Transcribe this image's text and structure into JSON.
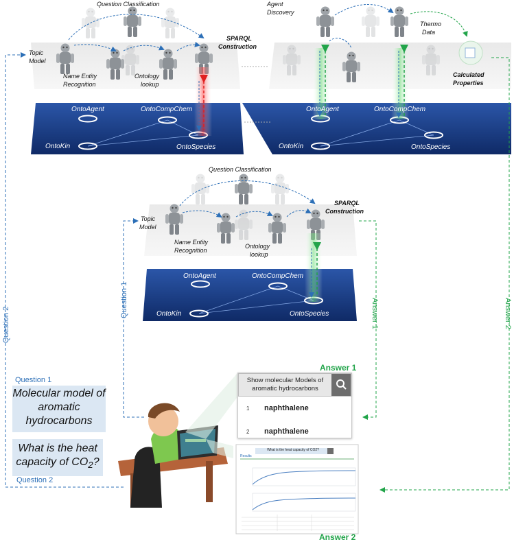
{
  "top_left_agents": {
    "question_classification": "Question Classification",
    "topic_model": "Topic\nModel",
    "ner": "Name Entity\nRecognition",
    "ontology_lookup": "Ontology\nlookup",
    "sparql": "SPARQL\nConstruction"
  },
  "top_left_ontologies": {
    "agent": "OntoAgent",
    "compchem": "OntoCompChem",
    "kin": "OntoKin",
    "species": "OntoSpecies"
  },
  "top_right_agents": {
    "agent_discovery": "Agent\nDiscovery",
    "thermo_data": "Thermo\nData",
    "calculated_properties": "Calculated\nProperties"
  },
  "top_right_ontologies": {
    "agent": "OntoAgent",
    "compchem": "OntoCompChem",
    "kin": "OntoKin",
    "species": "OntoSpecies"
  },
  "mid_agents": {
    "question_classification": "Question Classification",
    "topic_model": "Topic\nModel",
    "ner": "Name Entity\nRecognition",
    "ontology_lookup": "Ontology\nlookup",
    "sparql": "SPARQL\nConstruction"
  },
  "mid_ontologies": {
    "agent": "OntoAgent",
    "compchem": "OntoCompChem",
    "kin": "OntoKin",
    "species": "OntoSpecies"
  },
  "flow_labels": {
    "question_1": "Question 1",
    "question_2": "Question 2",
    "answer_1": "Answer 1",
    "answer_2": "Answer 2"
  },
  "user": {
    "question_1_label": "Question 1",
    "question_1_text": "Molecular model of aromatic hydrocarbons",
    "question_2_label": "Question 2",
    "question_2_text": "What is the heat capacity of CO",
    "question_2_sub": "2",
    "question_2_end": "?"
  },
  "answer_1_card": {
    "title": "Answer 1",
    "search_text": "Show molecular Models of aromatic hydrocarbons",
    "rows": [
      {
        "num": "1",
        "name": "naphthalene"
      },
      {
        "num": "2",
        "name": "naphthalene"
      }
    ]
  },
  "answer_2_card": {
    "title": "Answer 2",
    "search_text": "What is the heat capacity of CO2?",
    "results_label": "Results"
  },
  "colors": {
    "question_blue": "#2c6fb7",
    "answer_green": "#22a44a",
    "ontology_plate": "#1c3a7a",
    "bubble": "#dbe7f3"
  }
}
